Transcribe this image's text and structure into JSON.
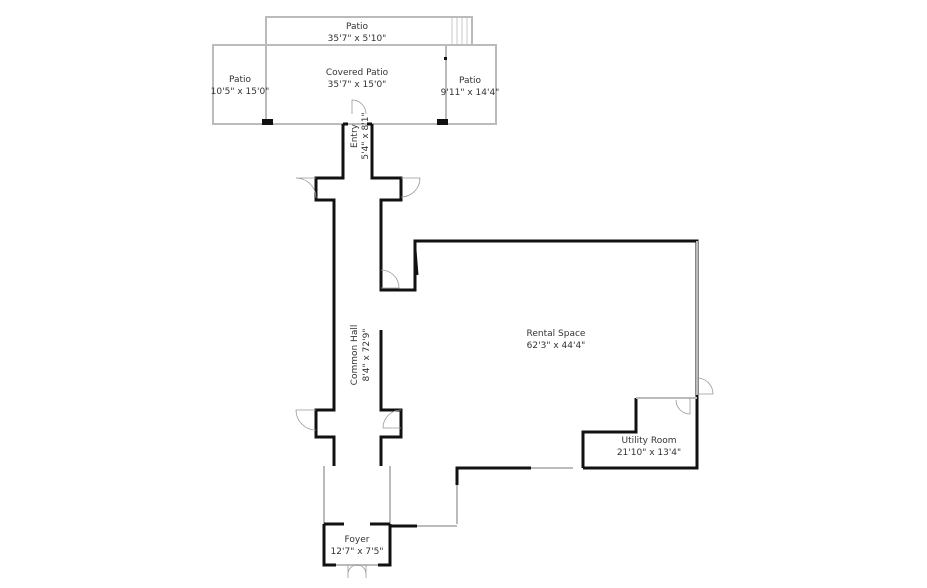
{
  "rooms": [
    {
      "name": "Patio",
      "dims": "35'7\" x 5'10\""
    },
    {
      "name": "Covered Patio",
      "dims": "35'7\" x 15'0\""
    },
    {
      "name": "Patio",
      "dims": "10'5\" x 15'0\""
    },
    {
      "name": "Patio",
      "dims": "9'11\" x 14'4\""
    },
    {
      "name": "Entry",
      "dims": "5'4\" x 8'1\""
    },
    {
      "name": "Common Hall",
      "dims": "8'4\" x 72'9\""
    },
    {
      "name": "Rental Space",
      "dims": "62'3\" x 44'4\""
    },
    {
      "name": "Utility Room",
      "dims": "21'10\" x 13'4\""
    },
    {
      "name": "Foyer",
      "dims": "12'7\" x 7'5\""
    }
  ],
  "colors": {
    "wall": "#111111",
    "outdoor_wall": "#bbbbbb",
    "label": "#333333"
  }
}
